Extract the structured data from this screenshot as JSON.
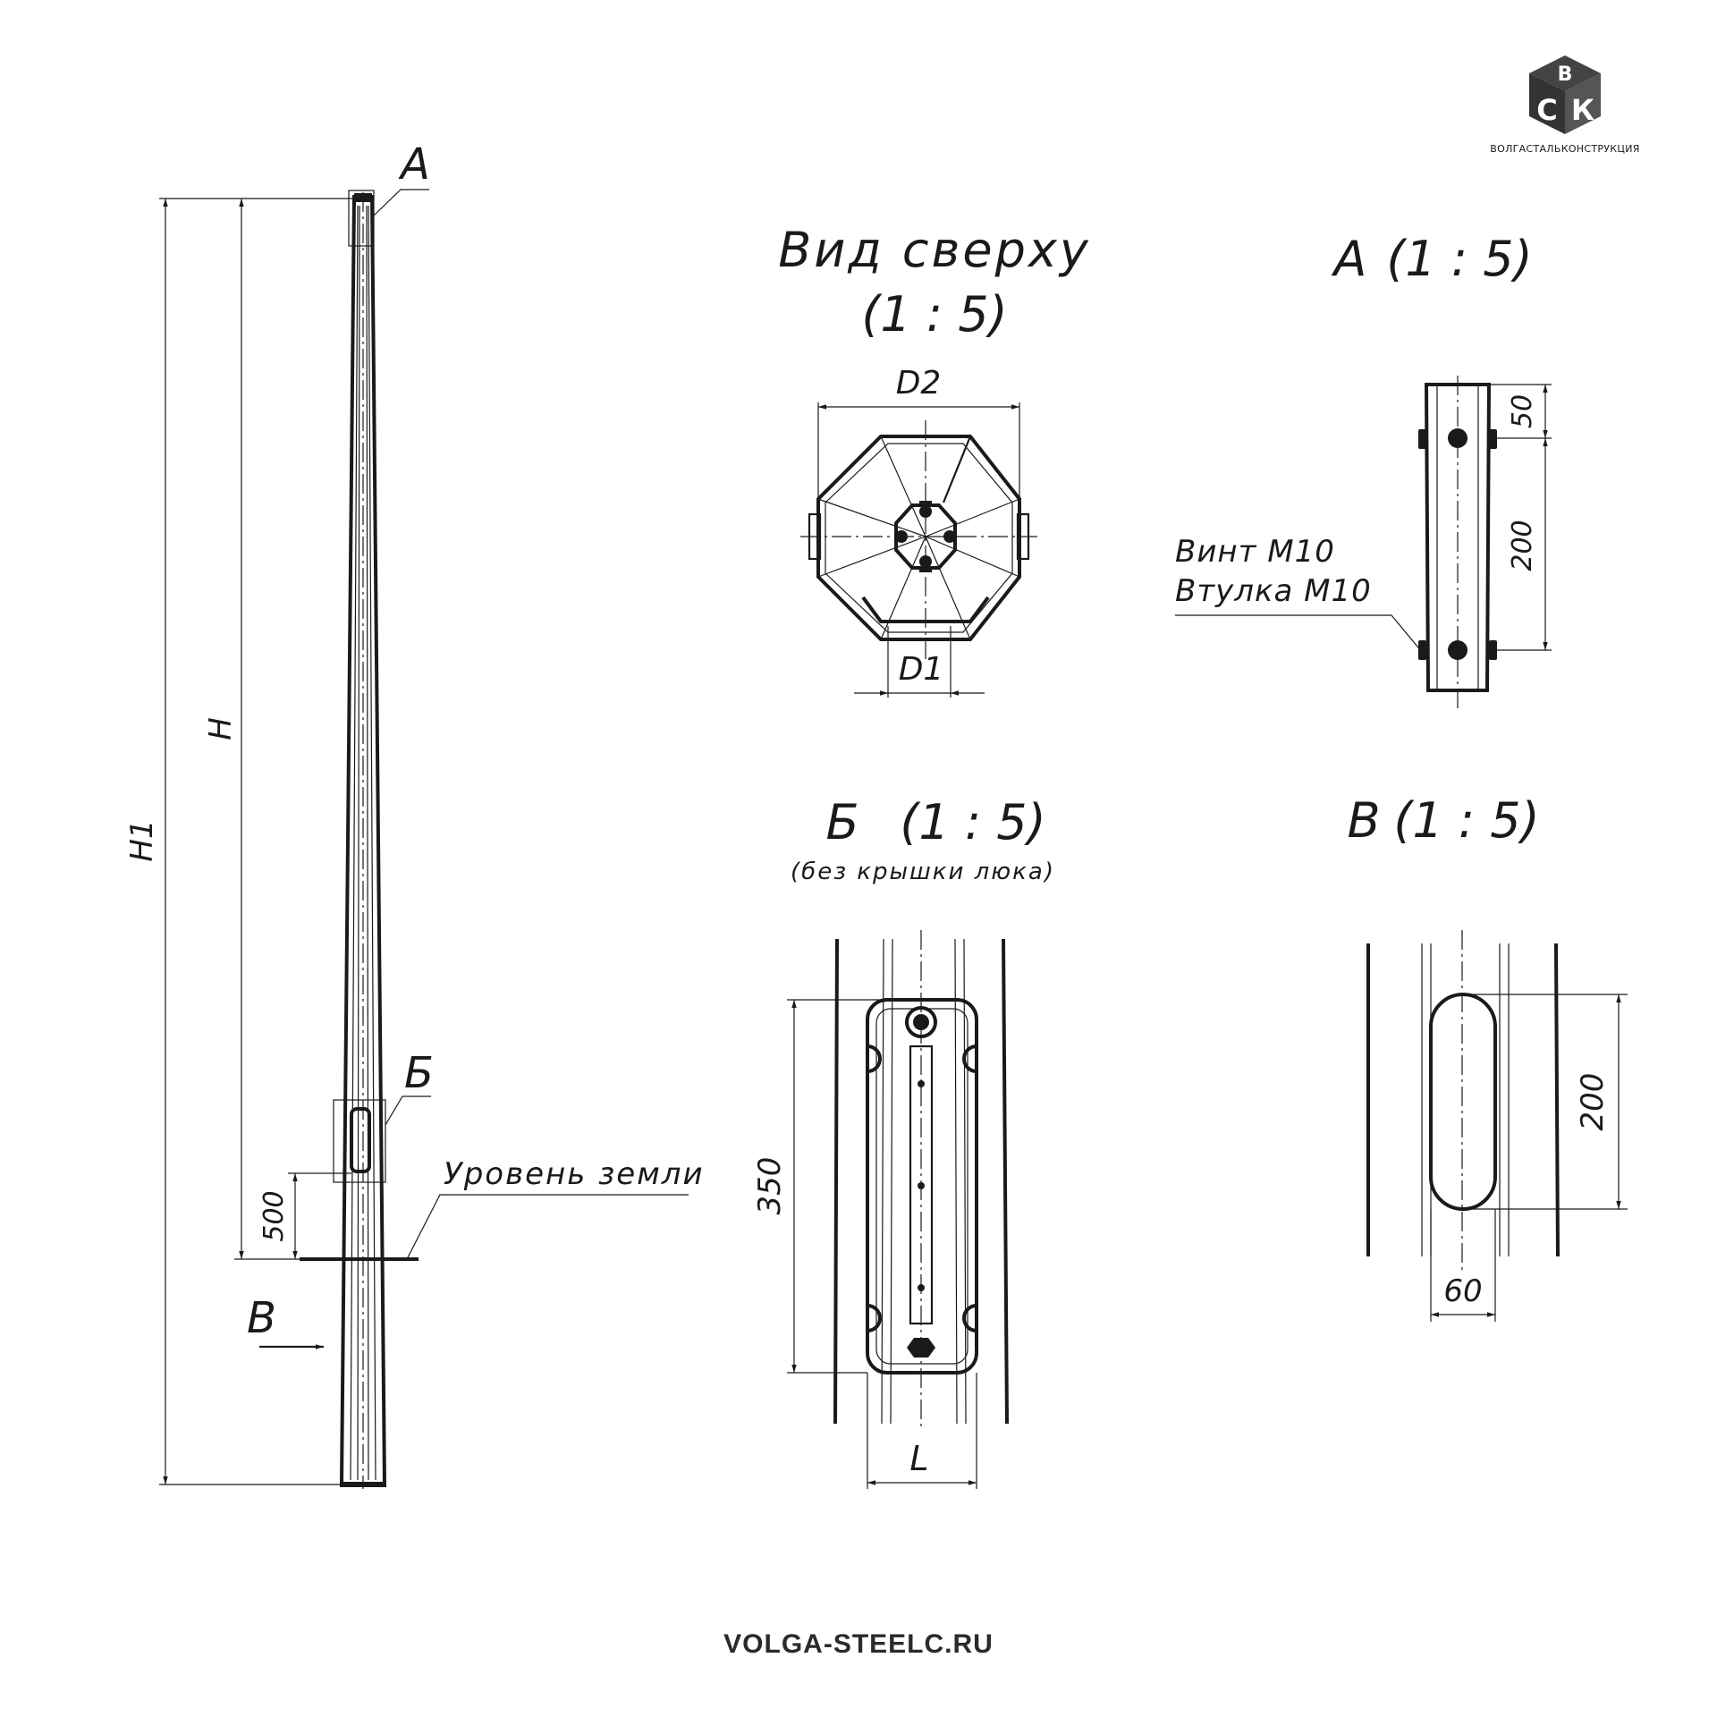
{
  "logo": {
    "letters": [
      "В",
      "С",
      "К"
    ],
    "caption": "ВОЛГАСТАЛЬКОНСТРУКЦИЯ"
  },
  "footer": {
    "url": "VOLGA-STEELC.RU"
  },
  "pole_view": {
    "dimensions": {
      "h1": "H1",
      "h": "H",
      "offset": "500"
    },
    "callouts": {
      "a": "А",
      "b": "Б",
      "v": "В"
    },
    "ground_label": "Уровень земли"
  },
  "top_view": {
    "title": "Вид сверху",
    "scale": "(1 : 5)",
    "dims": {
      "d2": "D2",
      "d1": "D1"
    }
  },
  "detail_a": {
    "title": "А",
    "scale": "(1 : 5)",
    "dims": {
      "top": "50",
      "span": "200"
    },
    "notes": [
      "Винт М10",
      "Втулка М10"
    ]
  },
  "detail_b": {
    "title": "Б",
    "scale": "(1 : 5)",
    "subtitle": "(без крышки люка)",
    "dims": {
      "height": "350",
      "width": "L"
    }
  },
  "detail_v": {
    "title": "В",
    "scale": "(1 : 5)",
    "dims": {
      "height": "200",
      "width": "60"
    }
  }
}
